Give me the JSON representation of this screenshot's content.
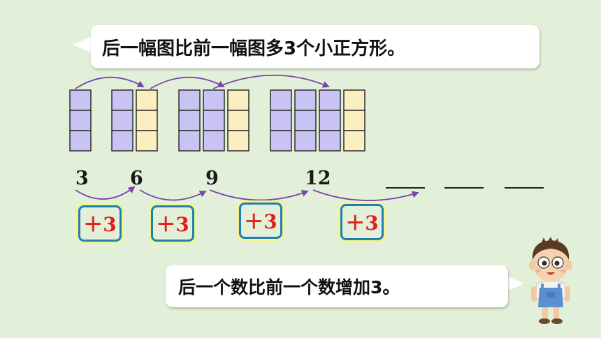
{
  "bubble_top": "后一幅图比前一幅图多3个小正方形。",
  "bubble_bottom": "后一个数比前一个数增加3。",
  "numbers": [
    "3",
    "6",
    "9",
    "12"
  ],
  "plus_labels": [
    "＋3",
    "＋3",
    "＋3",
    "＋3"
  ],
  "colors": {
    "background": "#e3f0d9",
    "purple_square": "#c9c3f4",
    "yellow_square": "#fbeec0",
    "arrow": "#7a45a8",
    "plus_text": "#e0201b",
    "box_border": "#1f7fb5",
    "box_glow": "#f4f58a"
  },
  "icons": {
    "character": "boy-character-icon"
  }
}
